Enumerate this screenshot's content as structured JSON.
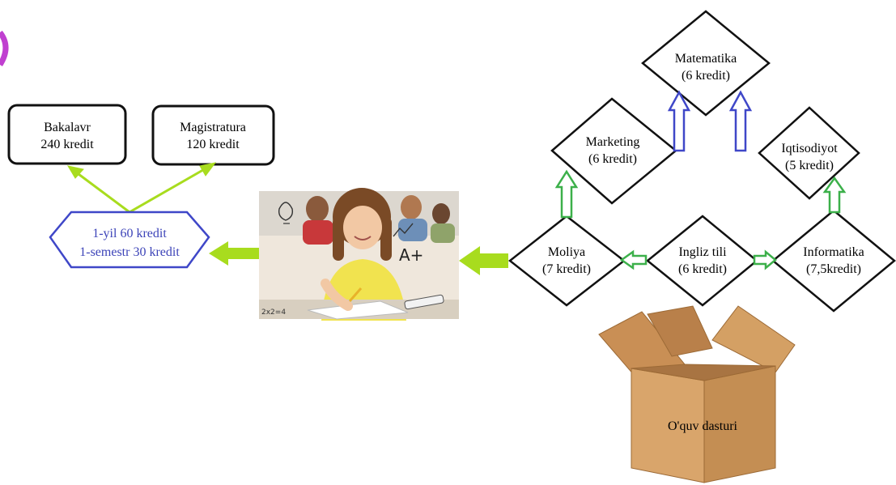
{
  "degrees": {
    "bachelor": {
      "line1": "Bakalavr",
      "line2": "240 kredit"
    },
    "master": {
      "line1": "Magistratura",
      "line2": "120 kredit"
    }
  },
  "credits_box": {
    "line1": "1-yil 60 kredit",
    "line2": "1-semestr 30 kredit"
  },
  "photo": {
    "caption": "2x2=4",
    "board_text": "A+"
  },
  "subjects": {
    "matematika": {
      "name": "Matematika",
      "credit": "(6 kredit)"
    },
    "marketing": {
      "name": "Marketing",
      "credit": "(6 kredit)"
    },
    "iqtisodiyot": {
      "name": "Iqtisodiyot",
      "credit": "(5 kredit)"
    },
    "moliya": {
      "name": "Moliya",
      "credit": "(7 kredit)"
    },
    "ingliz": {
      "name": "Ingliz tili",
      "credit": "(6 kredit)"
    },
    "informatika": {
      "name": "Informatika",
      "credit": "(7,5kredit)"
    }
  },
  "box": {
    "label": "O'quv dasturi"
  },
  "colors": {
    "lime_arrow": "#a8dc1e",
    "green_arrow": "#3cb04a",
    "blue_arrow": "#3f47c8",
    "hexagon_stroke": "#3f47c8",
    "hexagon_text": "#3c43b8",
    "cardboard": "#d9a56b"
  }
}
